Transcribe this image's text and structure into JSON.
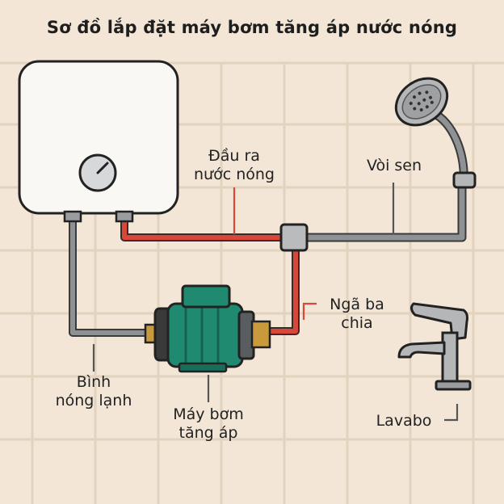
{
  "title": "Sơ đồ lắp đặt máy bơm tăng áp nước nóng",
  "labels": {
    "hot_water_outlet": "Đầu ra\nnước nóng",
    "shower": "Vòi sen",
    "tee_joint": "Ngã ba\nchia",
    "water_heater": "Bình\nnóng lạnh",
    "booster_pump": "Máy bơm\ntăng áp",
    "basin_faucet": "Lavabo"
  },
  "colors": {
    "background": "#f3e6d6",
    "tile_grout": "#e2d3bf",
    "hot_pipe": "#d9473a",
    "cold_pipe": "#8f9294",
    "pump_body": "#1f8a70",
    "brass_fitting": "#c99a3c"
  }
}
